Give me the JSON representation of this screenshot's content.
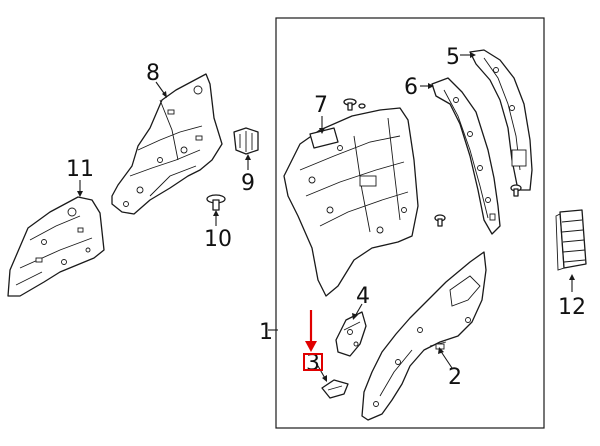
{
  "diagram": {
    "callouts": [
      {
        "id": "1",
        "text": "1"
      },
      {
        "id": "2",
        "text": "2"
      },
      {
        "id": "3",
        "text": "3"
      },
      {
        "id": "4",
        "text": "4"
      },
      {
        "id": "5",
        "text": "5"
      },
      {
        "id": "6",
        "text": "6"
      },
      {
        "id": "7",
        "text": "7"
      },
      {
        "id": "8",
        "text": "8"
      },
      {
        "id": "9",
        "text": "9"
      },
      {
        "id": "10",
        "text": "10"
      },
      {
        "id": "11",
        "text": "11"
      },
      {
        "id": "12",
        "text": "12"
      }
    ],
    "highlight_target": "3",
    "colors": {
      "line": "#1a1a1a",
      "highlight": "#e00000",
      "background": "#ffffff"
    }
  }
}
